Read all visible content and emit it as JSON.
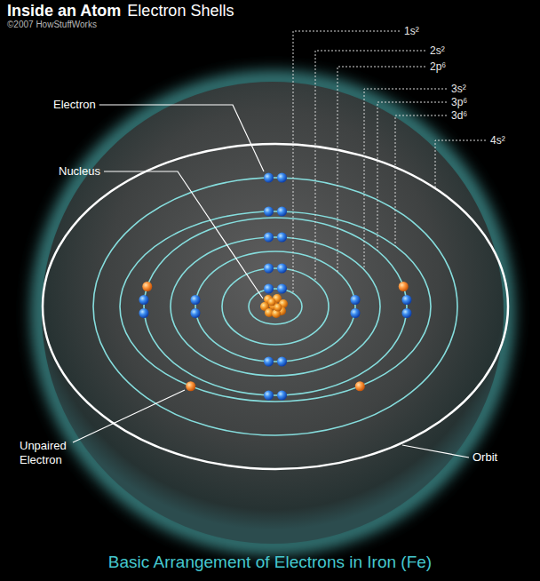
{
  "diagram": {
    "title": "Inside an Atom",
    "caption": "Basic Arrangement of Electrons in Iron (Fe)",
    "labels": [
      "Electron Shells",
      "©2007 HowStuffWorks",
      "1s²",
      "2s²",
      "2p⁶",
      "3s²",
      "3p⁶",
      "3d⁶",
      "4s²",
      "Electron",
      "Nucleus",
      "Unpaired Electron",
      "Orbit"
    ]
  }
}
